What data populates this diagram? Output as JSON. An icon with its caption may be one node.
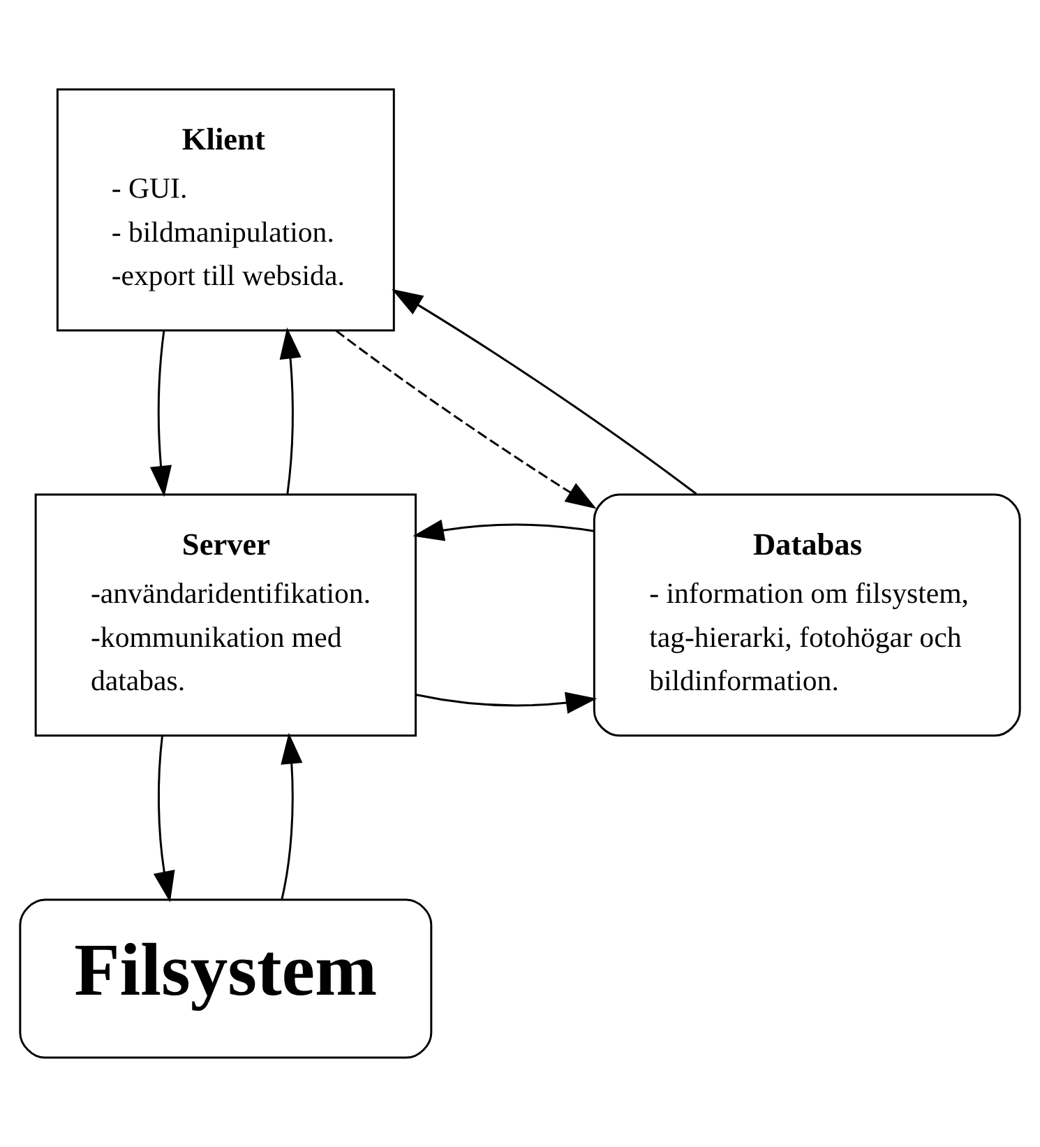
{
  "diagram": {
    "nodes": [
      {
        "text": [
          "Klient",
          "- GUI.",
          "- bildmanipulation.",
          "-export till websida."
        ]
      },
      {
        "text": [
          "Server",
          "-användaridentifikation.",
          "-kommunikation med databas."
        ]
      },
      {
        "text": [
          "Databas",
          "- information om filsystem, tag-hierarki, fotohögar och bildinformation."
        ]
      },
      {
        "text": [
          "Filsystem"
        ]
      }
    ],
    "edges": [
      {
        "from": 0,
        "to": 1,
        "arrow": "to"
      },
      {
        "from": 1,
        "to": 0,
        "arrow": "to"
      },
      {
        "from": 0,
        "to": 2,
        "arrow": "to",
        "style": "dashed"
      },
      {
        "from": 2,
        "to": 0,
        "arrow": "to"
      },
      {
        "from": 1,
        "to": 2,
        "arrow": "to"
      },
      {
        "from": 2,
        "to": 1,
        "arrow": "to"
      },
      {
        "from": 1,
        "to": 3,
        "arrow": "to"
      },
      {
        "from": 3,
        "to": 1,
        "arrow": "to"
      }
    ]
  }
}
